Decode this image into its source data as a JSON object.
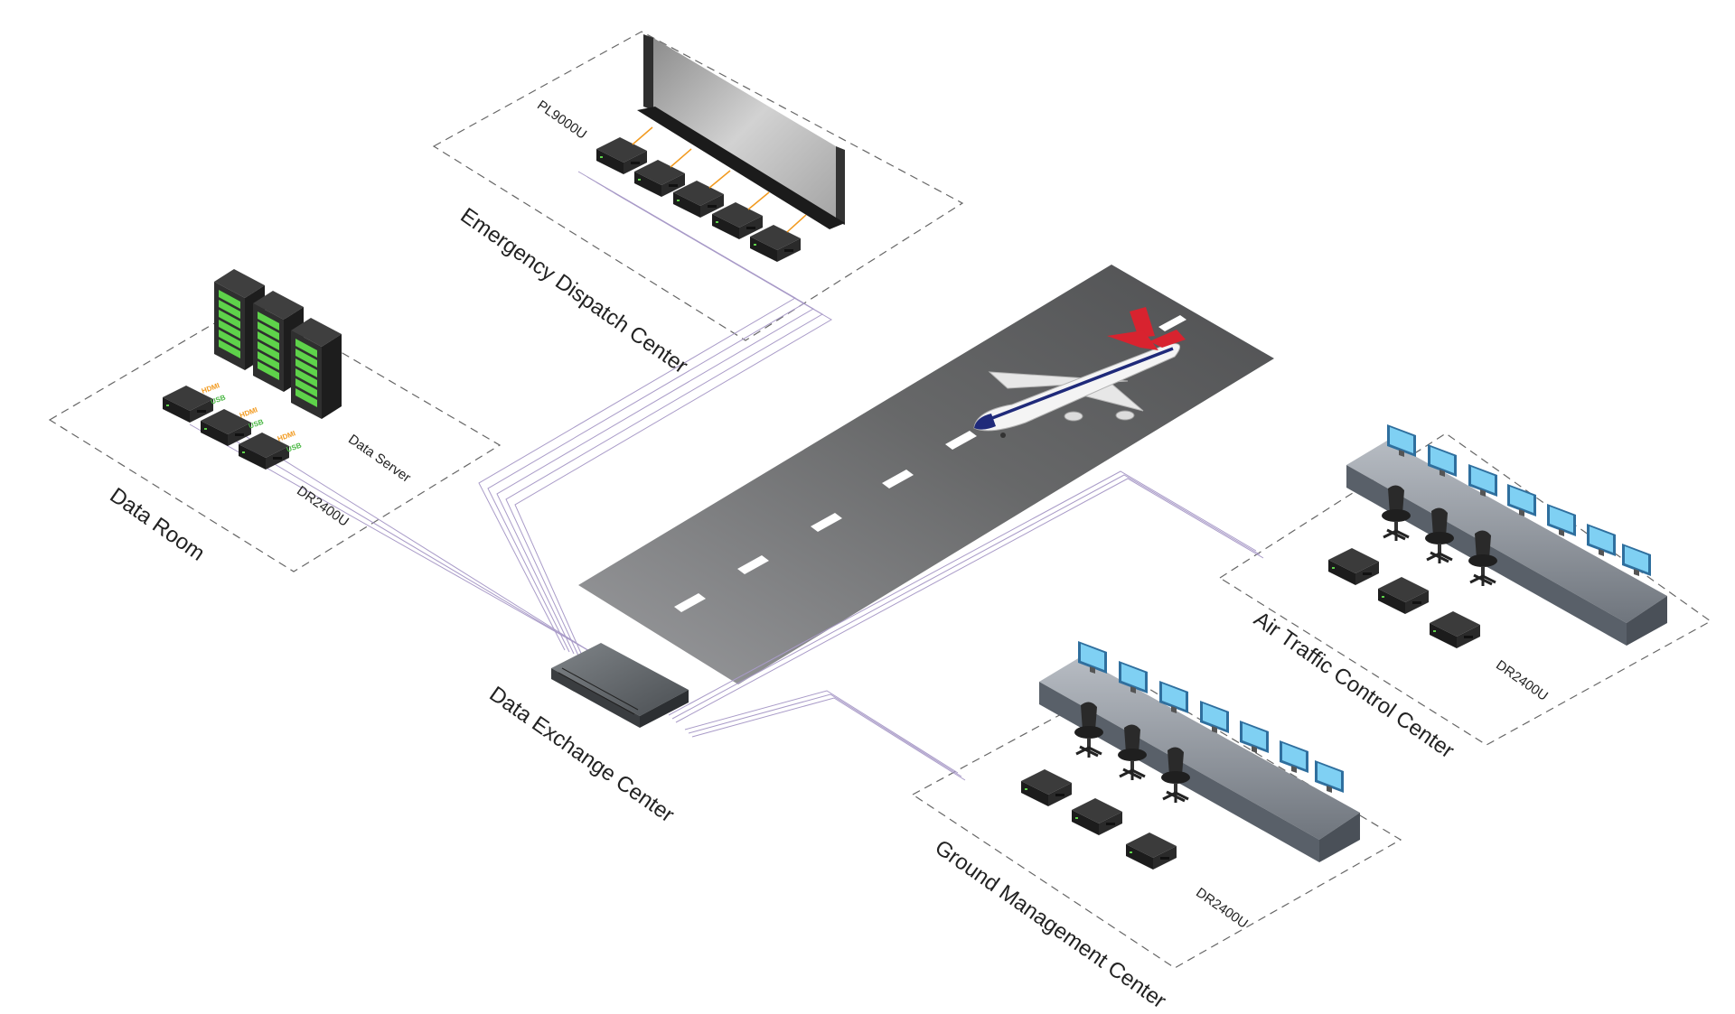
{
  "zones": {
    "emergency": "Emergency Dispatch Center",
    "data_room": "Data Room",
    "exchange": "Data Exchange Center",
    "atc": "Air Traffic Control Center",
    "ground": "Ground Management Center"
  },
  "devices": {
    "videowall_model": "PL9000U",
    "data_server": "Data Server",
    "data_room_extender": "DR2400U",
    "atc_extender": "DR2400U",
    "ground_extender": "DR2400U"
  },
  "cable_tags": {
    "hdmi": "HDMI",
    "usb": "USB"
  },
  "colors": {
    "runway": "#5d5e60",
    "runway_marks": "#ffffff",
    "plane_tail": "#d8232f",
    "plane_stripe": "#1f2a7a",
    "server_led": "#5ed24a",
    "hdmi_tag": "#f29a1f",
    "usb_tag": "#49b743",
    "cable": "#a99bc8",
    "zone_border": "#555555",
    "console": "#8f96a0",
    "screen": "#3aa6e0"
  }
}
